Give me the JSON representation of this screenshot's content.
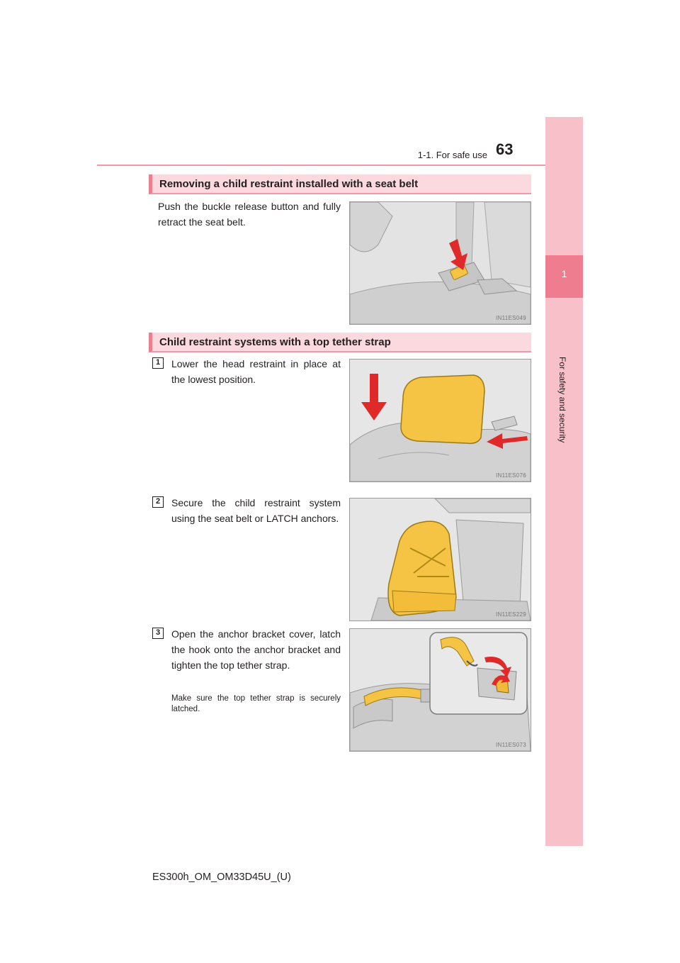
{
  "header": {
    "section": "1-1. For safe use",
    "page_number": "63"
  },
  "side_tab": {
    "chapter_number": "1",
    "chapter_title": "For safety and security"
  },
  "section_removing": {
    "title": "Removing a child restraint installed with a seat belt",
    "text": "Push the buckle release button and fully retract the seat belt.",
    "figure_code": "IN11ES049"
  },
  "section_tether": {
    "title": "Child restraint systems with a top tether strap",
    "steps": [
      {
        "number": "1",
        "text": "Lower the head restraint in place at the lowest position.",
        "figure_code": "IN11ES076"
      },
      {
        "number": "2",
        "text": "Secure the child restraint system using the seat belt or LATCH anchors.",
        "figure_code": "IN11ES229"
      },
      {
        "number": "3",
        "text": "Open the anchor bracket cover, latch the hook onto the anchor bracket and tighten the top tether strap.",
        "note": "Make sure the top tether strap is securely latched.",
        "figure_code": "IN11ES073"
      }
    ]
  },
  "footer": {
    "doc_code": "ES300h_OM_OM33D45U_(U)"
  },
  "colors": {
    "accent": "#ee7d8f",
    "tab": "#f8c0c9",
    "heading_bg": "#fbd9de",
    "highlight_yellow": "#f6c445",
    "arrow_red": "#e02a2a"
  }
}
